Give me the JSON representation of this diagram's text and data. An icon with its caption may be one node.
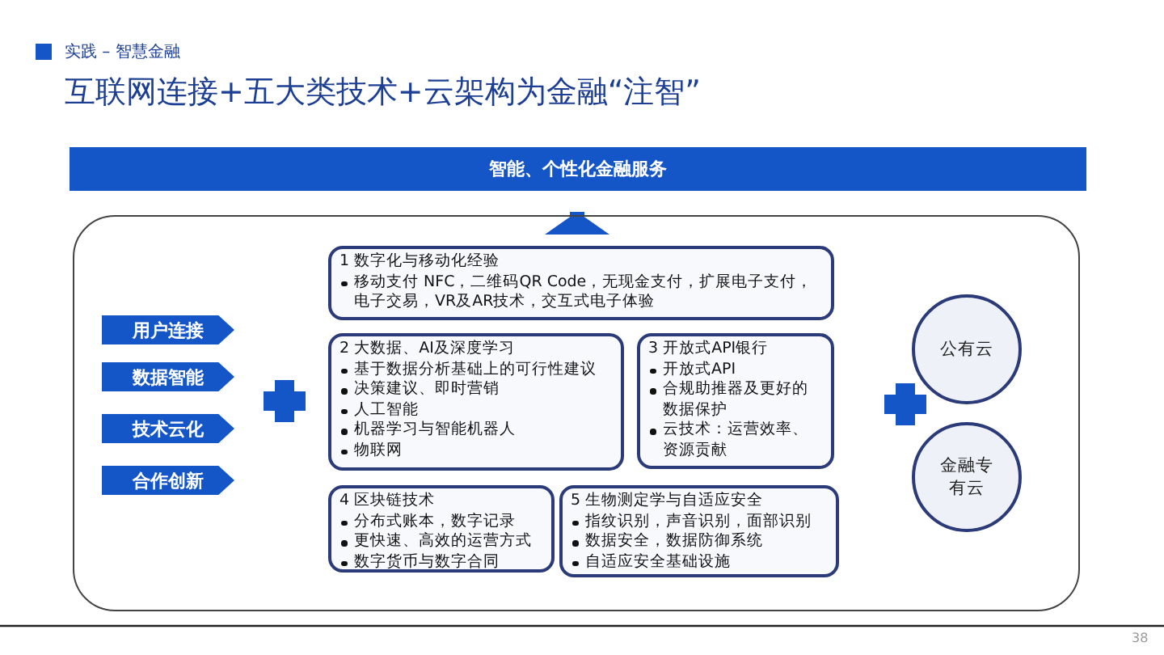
{
  "diagram": {
    "title": "互联网连接+五大类技术+云架构为金融“注智”",
    "nodes": [
      {
        "text": [
          "智能、个性化金融服务"
        ]
      },
      {
        "text": [],
        "shape": "box"
      },
      {
        "text": [
          "用户连接"
        ],
        "in": 1
      },
      {
        "text": [
          "数据智能"
        ],
        "in": 1
      },
      {
        "text": [
          "技术云化"
        ],
        "in": 1
      },
      {
        "text": [
          "合作创新"
        ],
        "in": 1
      },
      {
        "text": [
          "1 数字化与移动化经验",
          "移动支付 NFC，二维码QR Code，无现金支付，扩展电子支付，电子交易，VR及AR技术，交互式电子体验"
        ],
        "in": 1
      },
      {
        "text": [
          "2 大数据、AI及深度学习",
          "基于数据分析基础上的可行性建议",
          "决策建议、即时营销",
          "人工智能",
          "机器学习与智能机器人",
          "物联网"
        ],
        "in": 1
      },
      {
        "text": [
          "3 开放式API银行",
          "开放式API",
          "合规助推器及更好的数据保护",
          "云技术：运营效率、资源贡献"
        ],
        "in": 1
      },
      {
        "text": [
          "4 区块链技术",
          "分布式账本，数字记录",
          "更快速、高效的运营方式",
          "数字货币与数字合同"
        ],
        "in": 1
      },
      {
        "text": [
          "5 生物测定学与自适应安全",
          "指纹识别，声音识别，面部识别",
          "数据安全，数据防御系统",
          "自适应安全基础设施"
        ],
        "in": 1
      },
      {
        "text": [
          "公有云"
        ],
        "in": 1
      },
      {
        "text": [
          "金融专有云"
        ],
        "in": 1
      }
    ],
    "edges": [
      {
        "from": 1,
        "to": 0,
        "arrow": "to"
      }
    ],
    "labels": [
      "实践 – 智慧金融",
      "38"
    ]
  }
}
